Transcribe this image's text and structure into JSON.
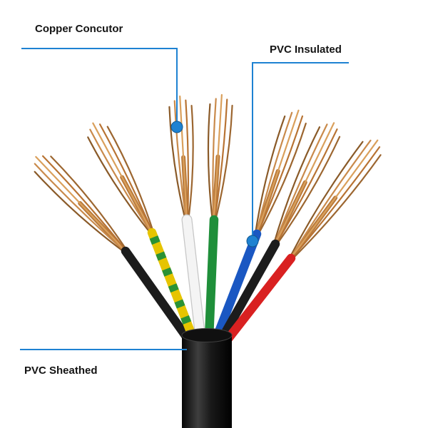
{
  "figure": {
    "type": "cable-construction-diagram",
    "core_count": 7,
    "background": "#ffffff"
  },
  "labels": {
    "copper_conductor": "Copper Concutor",
    "pvc_insulated": "PVC Insulated",
    "pvc_sheathed": "PVC Sheathed"
  },
  "colors": {
    "callout": "#1e82d2",
    "callout_dot": "#1e82d2",
    "sheath": "#121212",
    "copper": "#b87a3c",
    "copper_strands": [
      "#8a5a28",
      "#c98a4b",
      "#daa05c",
      "#b87333",
      "#9c6630"
    ]
  },
  "wires": [
    {
      "name": "black-left",
      "color": "#1c1c1c"
    },
    {
      "name": "yellow-green",
      "color": "#e6c400",
      "stripe": "#2a9235"
    },
    {
      "name": "white",
      "color": "#f4f4f4",
      "underlay": "#c6c6c6"
    },
    {
      "name": "green",
      "color": "#1f8f3a"
    },
    {
      "name": "blue",
      "color": "#1a57c2"
    },
    {
      "name": "black-right",
      "color": "#1c1c1c"
    },
    {
      "name": "red",
      "color": "#d92121"
    }
  ]
}
